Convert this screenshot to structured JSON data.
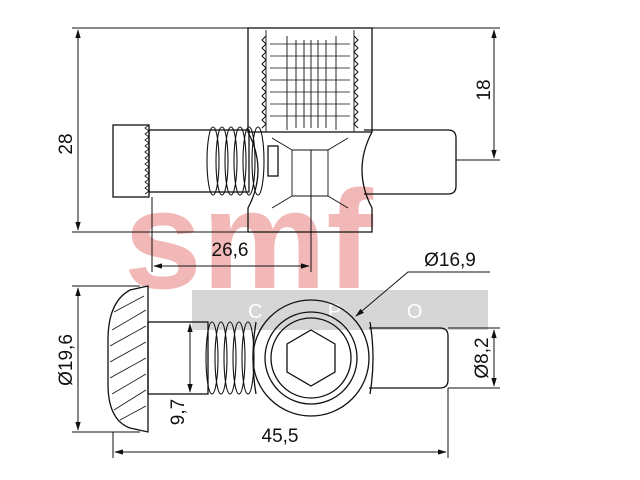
{
  "watermark": {
    "brand": "smf",
    "subtitle": "С Р О Н",
    "brand_color": "#f2b8b8",
    "band_color": "#c8c8c8"
  },
  "dimensions": {
    "height_total": "28",
    "height_thread": "18",
    "offset": "26,6",
    "head_diameter": "Ø19,6",
    "body_width": "9,7",
    "total_length": "45,5",
    "hole_diameter": "Ø16,9",
    "pin_diameter": "Ø8,2"
  },
  "colors": {
    "line": "#111111",
    "background": "#ffffff"
  }
}
